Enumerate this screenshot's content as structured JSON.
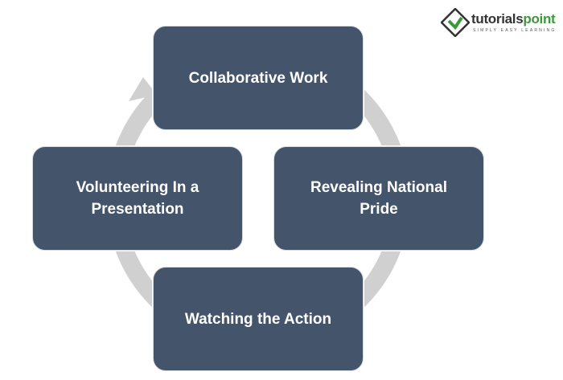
{
  "logo": {
    "name_a": "tutorials",
    "name_b": "point",
    "tagline": "SIMPLY EASY LEARNING"
  },
  "cycle": {
    "steps": [
      "Collaborative Work",
      "Revealing National Pride",
      "Watching the Action",
      "Volunteering In a Presentation"
    ]
  },
  "colors": {
    "box": "#44546a",
    "ring": "#d0d0d0",
    "text": "#ffffff"
  }
}
